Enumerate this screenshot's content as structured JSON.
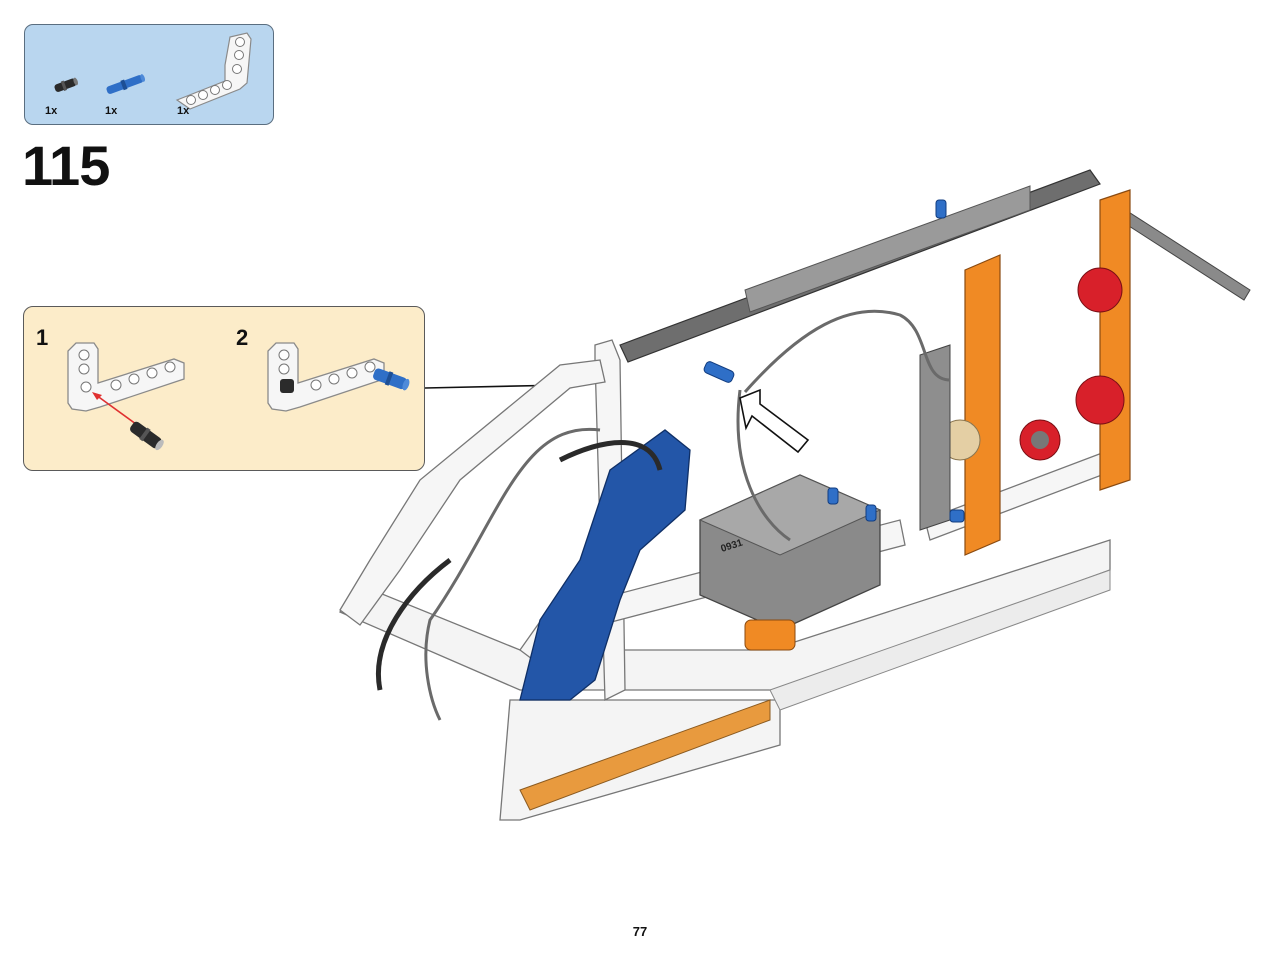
{
  "step": {
    "number": "115",
    "parts_list": [
      {
        "icon": "black-connector-pin-icon",
        "qty": "1x"
      },
      {
        "icon": "blue-axle-pin-icon",
        "qty": "1x"
      },
      {
        "icon": "white-l-beam-icon",
        "qty": "1x"
      }
    ],
    "callout": {
      "substeps": [
        "1",
        "2"
      ]
    }
  },
  "page_number": "77",
  "model_label": "0931",
  "colors": {
    "parts_box_bg": "#b9d6ef",
    "callout_bg": "#fcecc9",
    "beam_white": "#f4f4f4",
    "beam_gray": "#6e6e6e",
    "accent_orange": "#f08a24",
    "accent_blue": "#1f5aa8",
    "accent_red": "#d8202a"
  }
}
